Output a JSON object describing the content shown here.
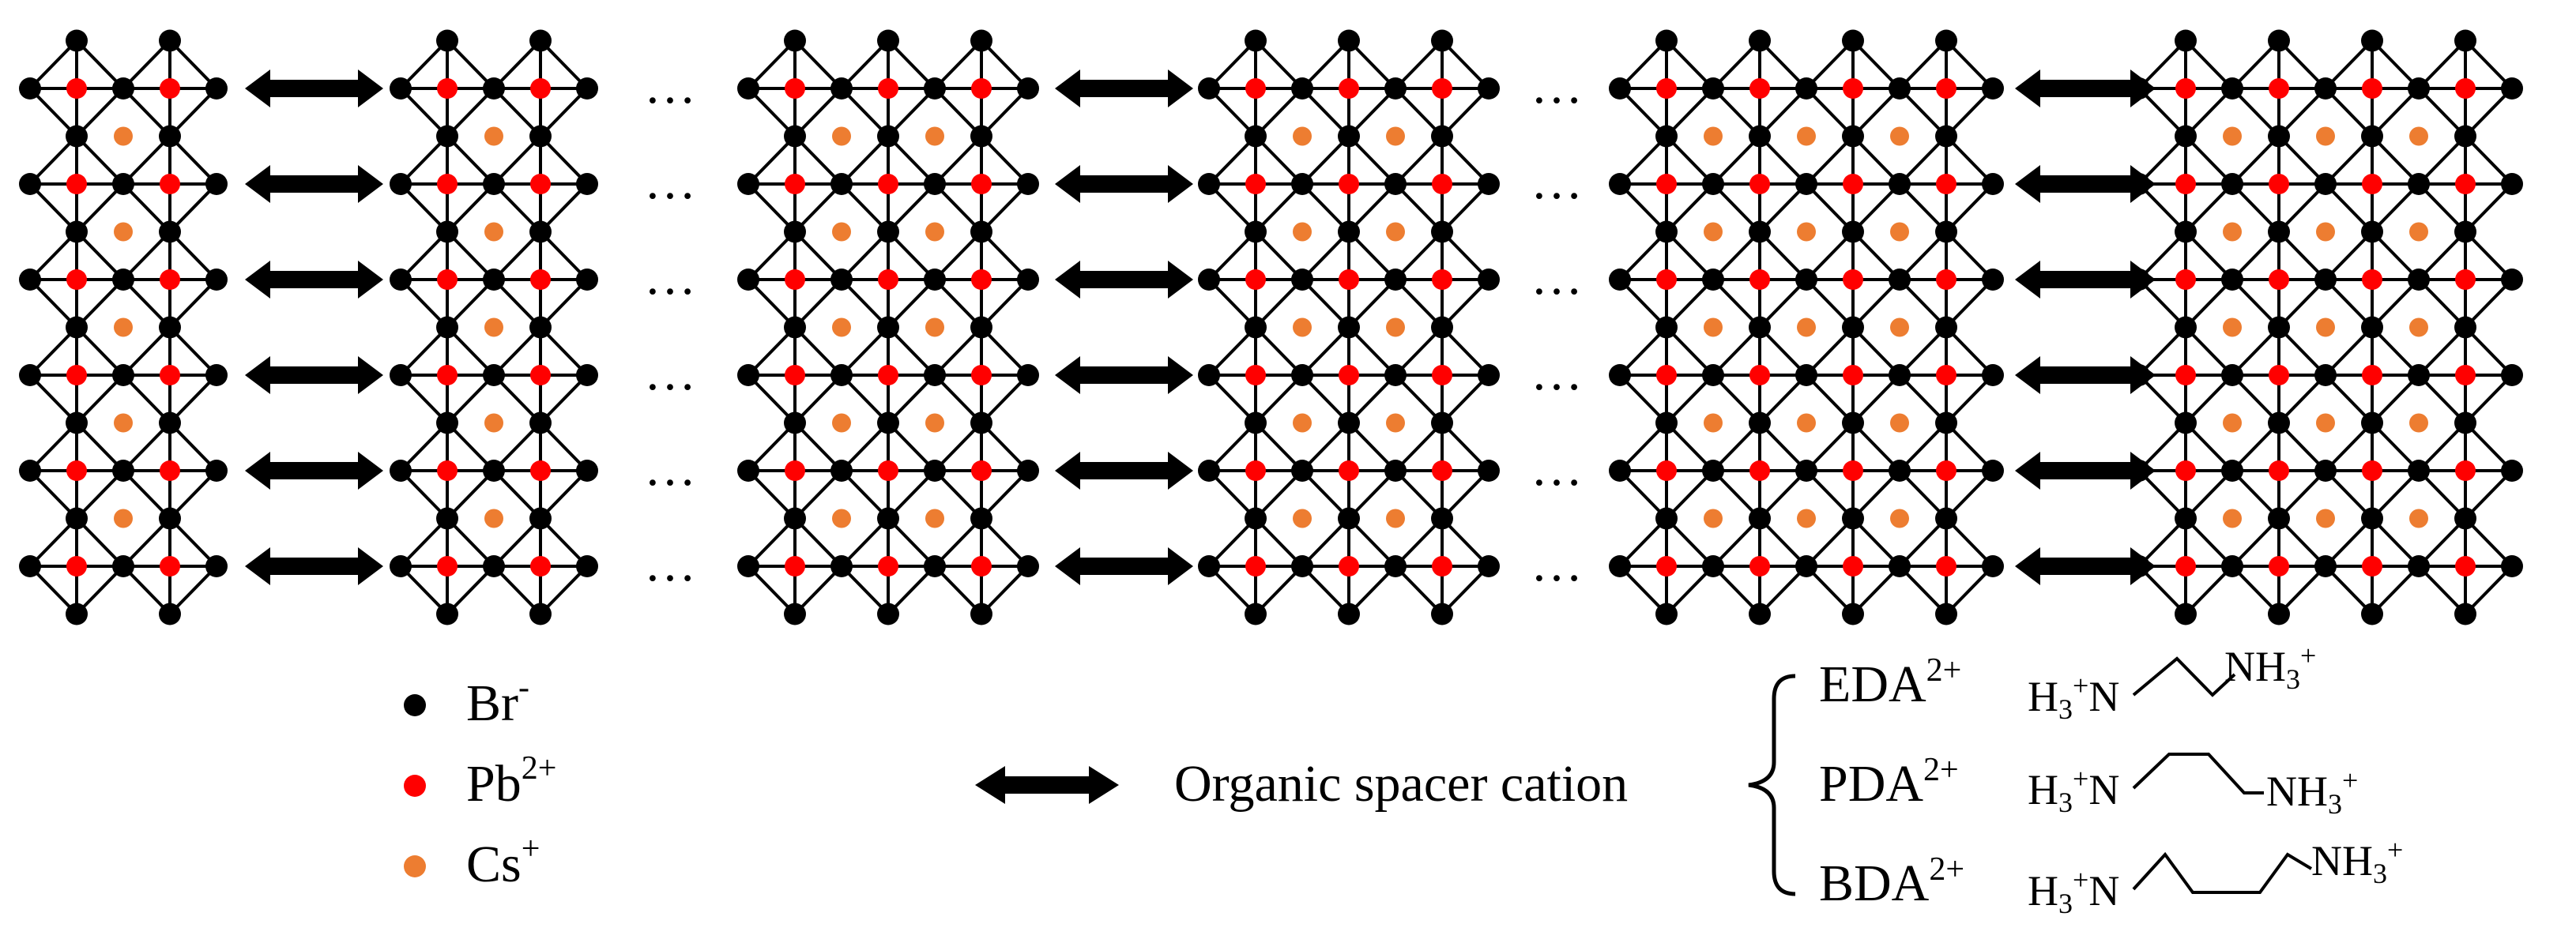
{
  "colors": {
    "bromide": "#000000",
    "lead": "#ff0000",
    "cesium": "#ed7d31",
    "line": "#000000",
    "background": "#ffffff"
  },
  "structures": [
    {
      "layers_n": 1
    },
    {
      "layers_n": 2
    },
    {
      "layers_n": 3
    }
  ],
  "ellipsis": "…",
  "legend": {
    "br": {
      "base": "Br",
      "sup": "-"
    },
    "pb": {
      "base": "Pb",
      "sup": "2+"
    },
    "cs": {
      "base": "Cs",
      "sup": "+"
    }
  },
  "spacer_label": "Organic spacer cation",
  "cations": [
    {
      "base": "EDA",
      "sup": "2+",
      "left": {
        "a": "H",
        "sub": "3",
        "sup": "+",
        "b": "N"
      },
      "right": {
        "a": "NH",
        "sub": "3",
        "sup": "+"
      }
    },
    {
      "base": "PDA",
      "sup": "2+",
      "left": {
        "a": "H",
        "sub": "3",
        "sup": "+",
        "b": "N"
      },
      "right": {
        "a": "NH",
        "sub": "3",
        "sup": "+"
      }
    },
    {
      "base": "BDA",
      "sup": "2+",
      "left": {
        "a": "H",
        "sub": "3",
        "sup": "+",
        "b": "N"
      },
      "right": {
        "a": "NH",
        "sub": "3",
        "sup": "+"
      }
    }
  ]
}
